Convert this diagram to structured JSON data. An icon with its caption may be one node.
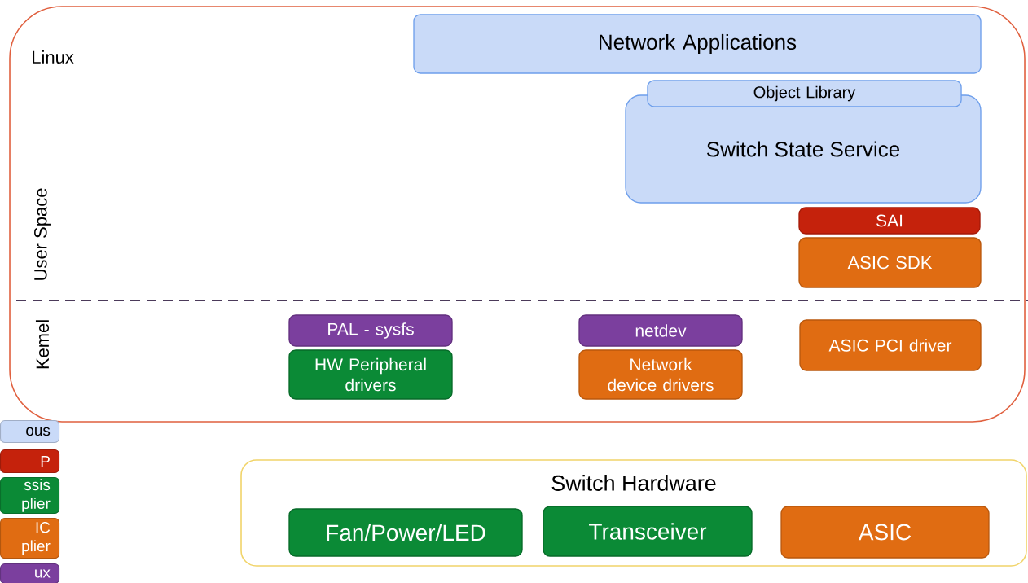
{
  "diagram": {
    "nodes": [
      {
        "text": [
          "Linux"
        ]
      },
      {
        "text": [
          "Network Applications"
        ],
        "in": 0
      },
      {
        "text": [
          "Object Library"
        ],
        "in": 0
      },
      {
        "text": [
          "Switch State Service"
        ],
        "in": 0
      },
      {
        "text": [
          "SAI"
        ],
        "in": 0
      },
      {
        "text": [
          "ASIC SDK"
        ],
        "in": 0
      },
      {
        "text": [
          "PAL - sysfs"
        ],
        "in": 0
      },
      {
        "text": [
          "HW Peripheral drivers"
        ],
        "in": 0
      },
      {
        "text": [
          "netdev"
        ],
        "in": 0
      },
      {
        "text": [
          "Network device drivers"
        ],
        "in": 0
      },
      {
        "text": [
          "ASIC PCI driver"
        ],
        "in": 0
      },
      {
        "text": [
          "Switch Hardware"
        ]
      },
      {
        "text": [
          "Fan/Power/LED"
        ],
        "in": 11
      },
      {
        "text": [
          "Transceiver"
        ],
        "in": 11
      },
      {
        "text": [
          "ASIC"
        ],
        "in": 11
      }
    ],
    "edges": [],
    "labels": [
      "User Space",
      "Kemel"
    ],
    "legend": [
      {
        "text": "ous",
        "color": "#c9daf8"
      },
      {
        "text": "P",
        "color": "#c5220c"
      },
      {
        "text": "ssis plier",
        "color": "#0b8a36"
      },
      {
        "text": "IC plier",
        "color": "#e06c12"
      },
      {
        "text": "ux",
        "color": "#7b3f9e"
      }
    ]
  }
}
